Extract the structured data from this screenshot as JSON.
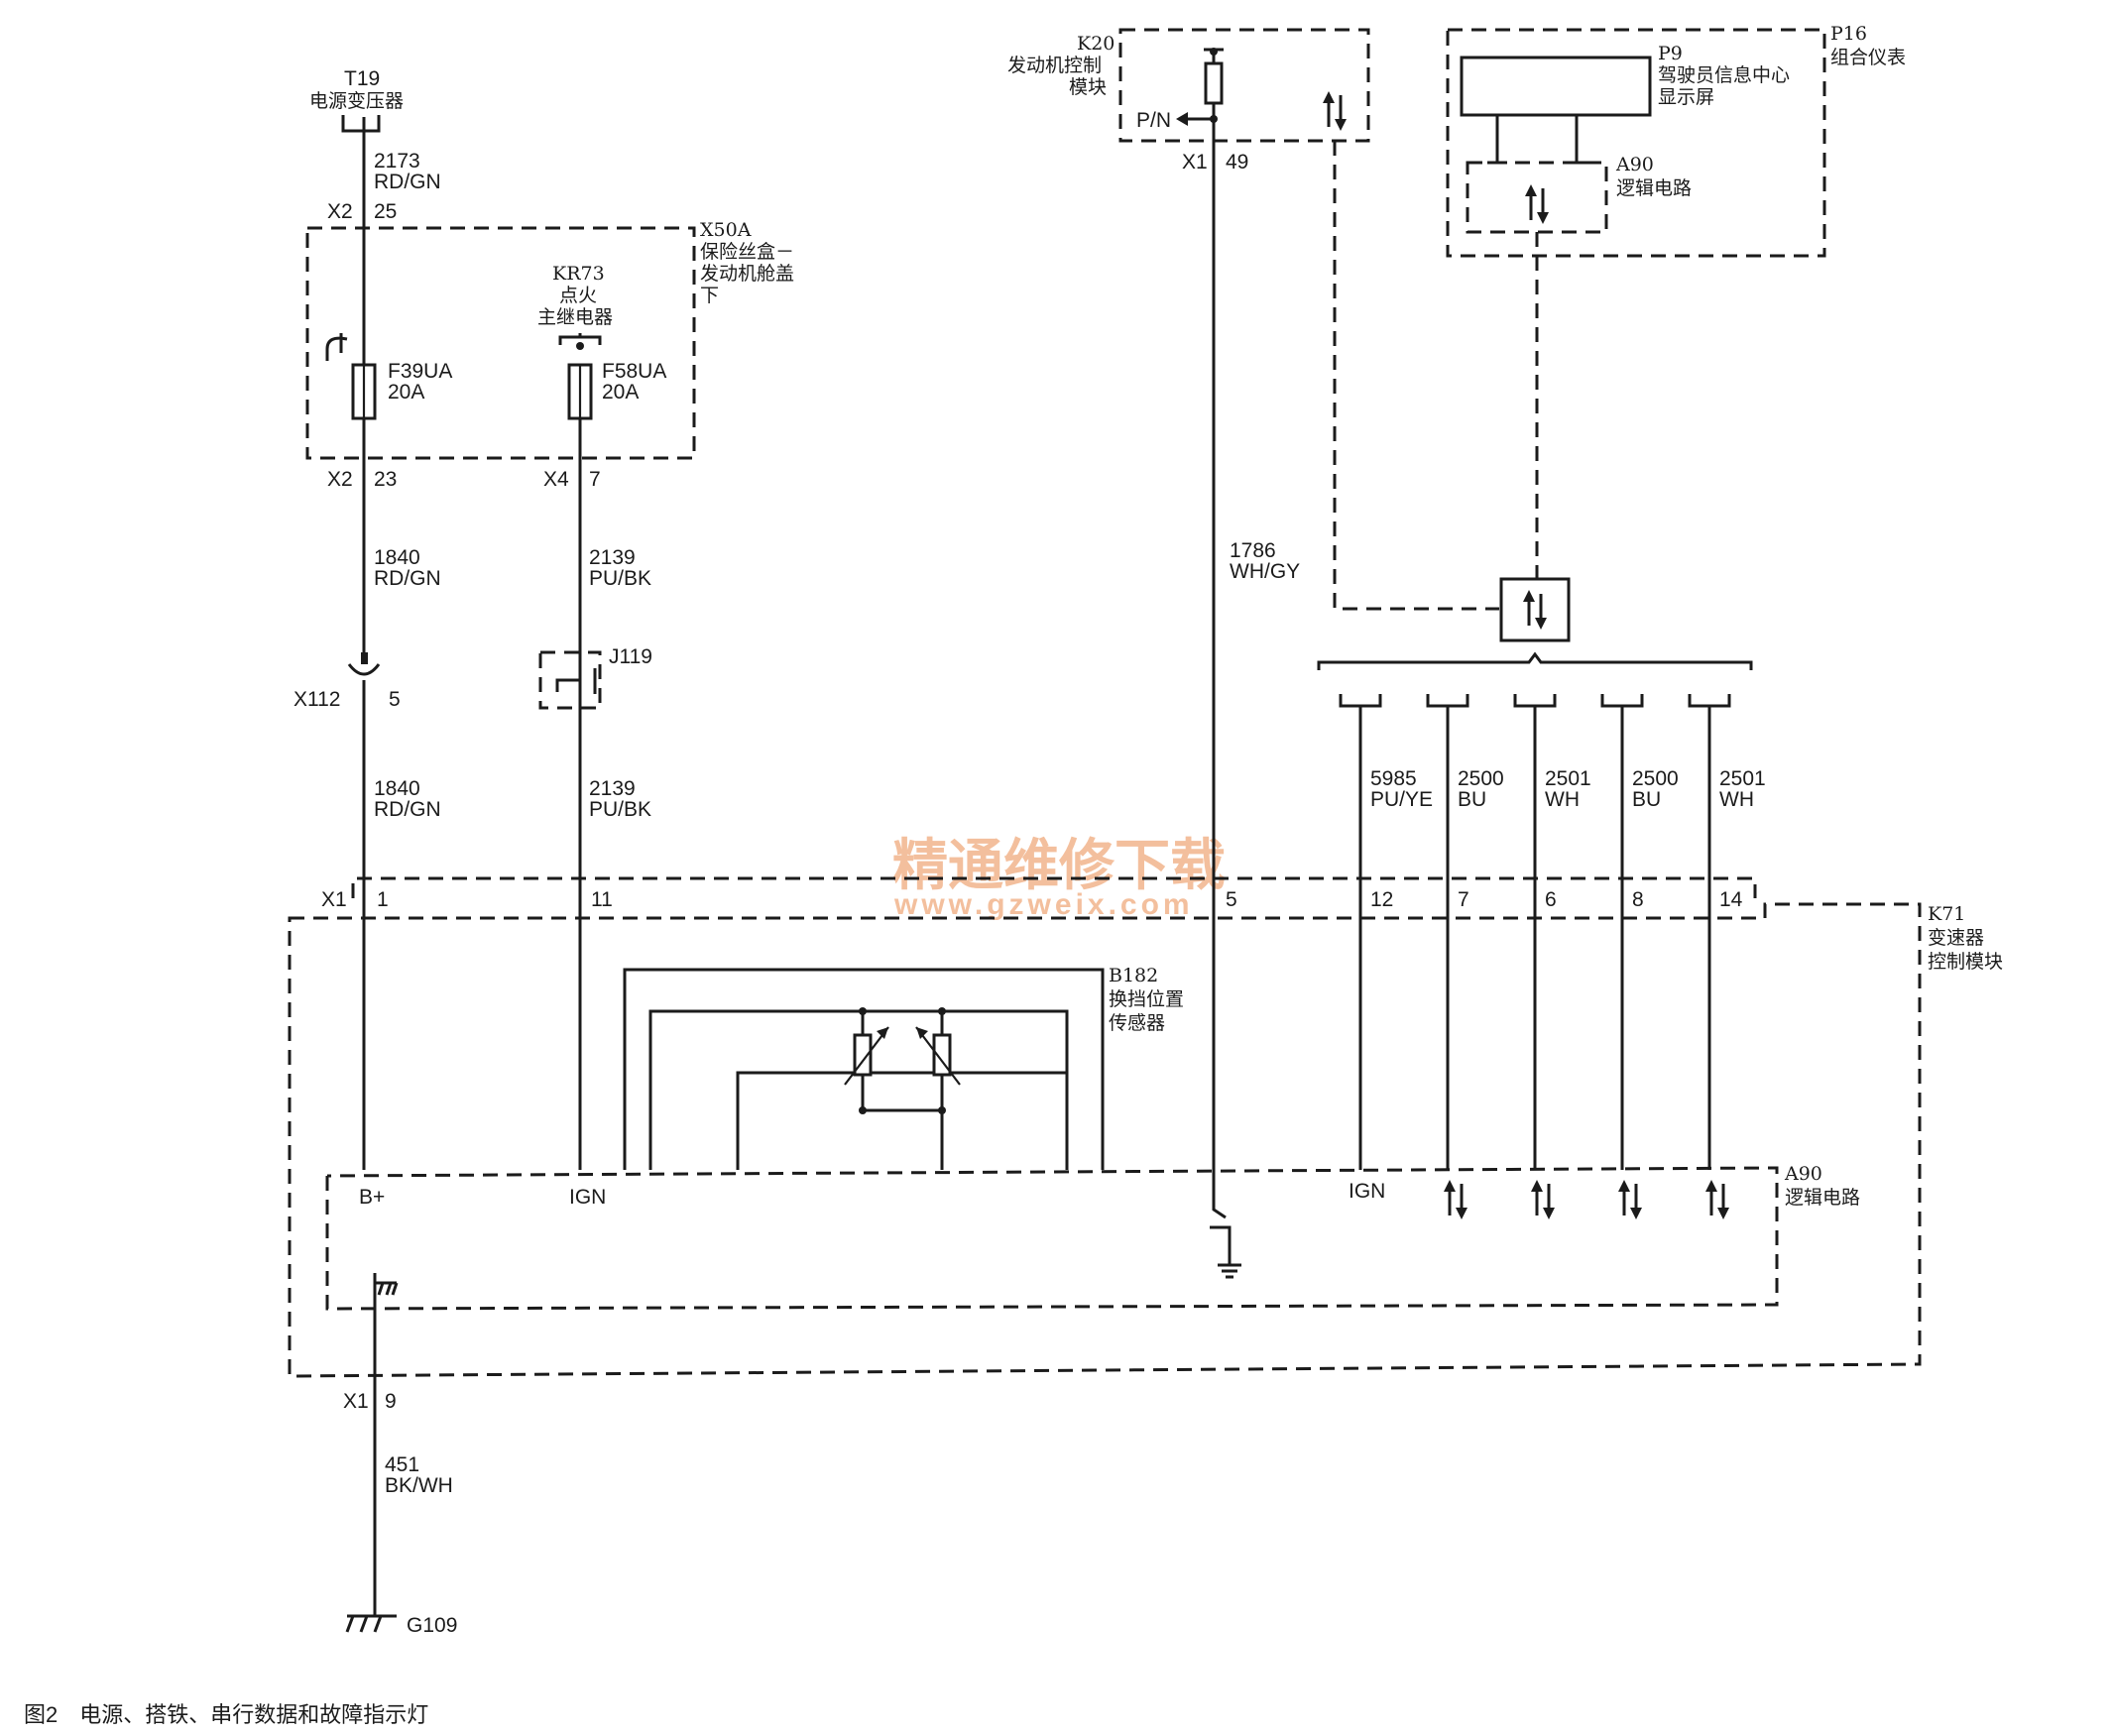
{
  "caption": "图2　电源、搭铁、串行数据和故障指示灯",
  "watermark": {
    "line1": "精通维修下载",
    "line2": "www.gzweix.com"
  },
  "components": {
    "t19": {
      "id": "T19",
      "name": "电源变压器"
    },
    "x50a": {
      "id": "X50A",
      "name_line1": "保险丝盒－",
      "name_line2": "发动机舱盖",
      "name_line3": "下"
    },
    "kr73": {
      "id": "KR73",
      "name_line1": "点火",
      "name_line2": "主继电器"
    },
    "f39ua": {
      "id": "F39UA",
      "rating": "20A"
    },
    "f58ua": {
      "id": "F58UA",
      "rating": "20A"
    },
    "j119": {
      "id": "J119"
    },
    "k20": {
      "id": "K20",
      "name_line1": "发动机控制",
      "name_line2": "模块",
      "pin_label": "P/N"
    },
    "p16": {
      "id": "P16",
      "name": "组合仪表"
    },
    "p9": {
      "id": "P9",
      "name_line1": "驾驶员信息中心",
      "name_line2": "显示屏"
    },
    "a90_p16": {
      "id": "A90",
      "name": "逻辑电路"
    },
    "k71": {
      "id": "K71",
      "name_line1": "变速器",
      "name_line2": "控制模块"
    },
    "b182": {
      "id": "B182",
      "name_line1": "换挡位置",
      "name_line2": "传感器"
    },
    "a90_k71": {
      "id": "A90",
      "name": "逻辑电路",
      "bplus": "B+",
      "ign1": "IGN",
      "ign2": "IGN"
    },
    "g109": {
      "id": "G109"
    }
  },
  "connectors": {
    "x2_top": {
      "name": "X2",
      "pin": "25"
    },
    "x2_bottom": {
      "name": "X2",
      "pin": "23"
    },
    "x4": {
      "name": "X4",
      "pin": "7"
    },
    "x112": {
      "name": "X112",
      "pin": "5"
    },
    "k20_x1": {
      "name": "X1",
      "pin": "49"
    },
    "k71_x1": {
      "name": "X1",
      "pins": [
        "1",
        "11",
        "5",
        "12",
        "7",
        "6",
        "8",
        "14"
      ]
    },
    "k71_x1_ground": {
      "name": "X1",
      "pin": "9"
    }
  },
  "wires": {
    "w2173": {
      "circuit": "2173",
      "color": "RD/GN"
    },
    "w1840a": {
      "circuit": "1840",
      "color": "RD/GN"
    },
    "w1840b": {
      "circuit": "1840",
      "color": "RD/GN"
    },
    "w2139a": {
      "circuit": "2139",
      "color": "PU/BK"
    },
    "w2139b": {
      "circuit": "2139",
      "color": "PU/BK"
    },
    "w1786": {
      "circuit": "1786",
      "color": "WH/GY"
    },
    "w5985": {
      "circuit": "5985",
      "color": "PU/YE"
    },
    "w2500a": {
      "circuit": "2500",
      "color": "BU"
    },
    "w2501a": {
      "circuit": "2501",
      "color": "WH"
    },
    "w2500b": {
      "circuit": "2500",
      "color": "BU"
    },
    "w2501b": {
      "circuit": "2501",
      "color": "WH"
    },
    "w451": {
      "circuit": "451",
      "color": "BK/WH"
    }
  },
  "colors": {
    "line": "#1b1b1b",
    "watermark": "#f2b58c",
    "background": "#ffffff"
  }
}
